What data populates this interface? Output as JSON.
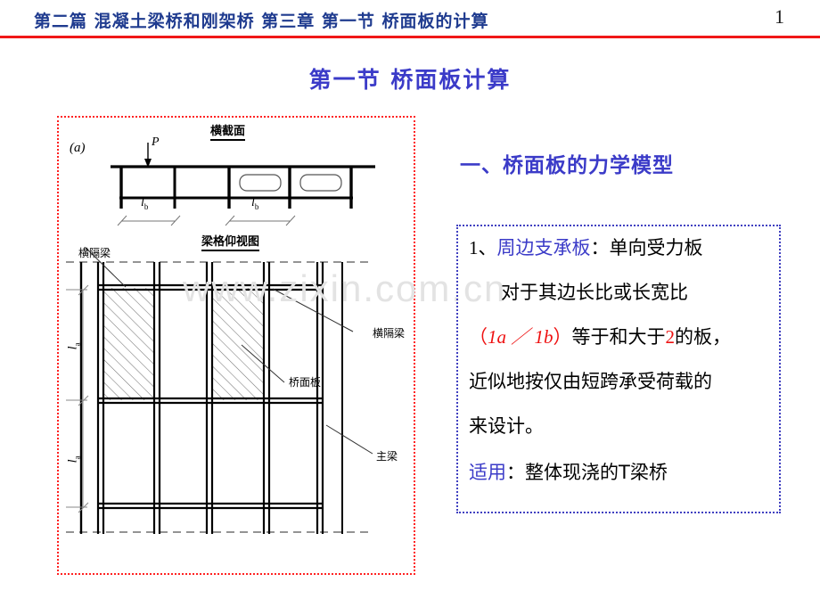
{
  "header": {
    "breadcrumb": "第二篇 混凝土梁桥和刚架桥   第三章    第一节    桥面板的计算",
    "page_number": "1",
    "rule_color": "#f01818",
    "text_color": "#1f3b8f"
  },
  "slide": {
    "title": "第一节   桥面板计算",
    "title_color": "#3b3bc8",
    "watermark": "www.zixin.com.cn"
  },
  "figure": {
    "border_color": "#ff2222",
    "cross_section": {
      "title": "横截面",
      "sub_label": "(a)",
      "load_label": "P",
      "dimension_left": "l",
      "dimension_left_sub": "b",
      "dimension_right": "l",
      "dimension_right_sub": "b"
    },
    "plan_view": {
      "title": "梁格仰视图",
      "label_crossbeam_top": "横隔梁",
      "label_crossbeam_right": "横隔梁",
      "label_deck_slab": "桥面板",
      "label_main_girder": "主梁",
      "dimension_upper": "l",
      "dimension_upper_sub": "a",
      "dimension_lower": "l",
      "dimension_lower_sub": "a"
    }
  },
  "content": {
    "section_heading": "一、桥面板的力学模型",
    "box_border_color": "#4040c0",
    "line1_num": "1、",
    "line1_blue": "周边支承板",
    "line1_rest": "：单向受力板",
    "line2": "对于其边长比或长宽比",
    "line3_open": "（",
    "line3_ratio": "1a ／ 1b",
    "line3_close": "）",
    "line3_mid": "等于和大于",
    "line3_num": "2",
    "line3_end": "的板，",
    "line4": "近似地按仅由短跨承受荷载的",
    "line5": "来设计。",
    "line6_blue": "适用",
    "line6_rest": "：整体现浇的T梁桥"
  }
}
